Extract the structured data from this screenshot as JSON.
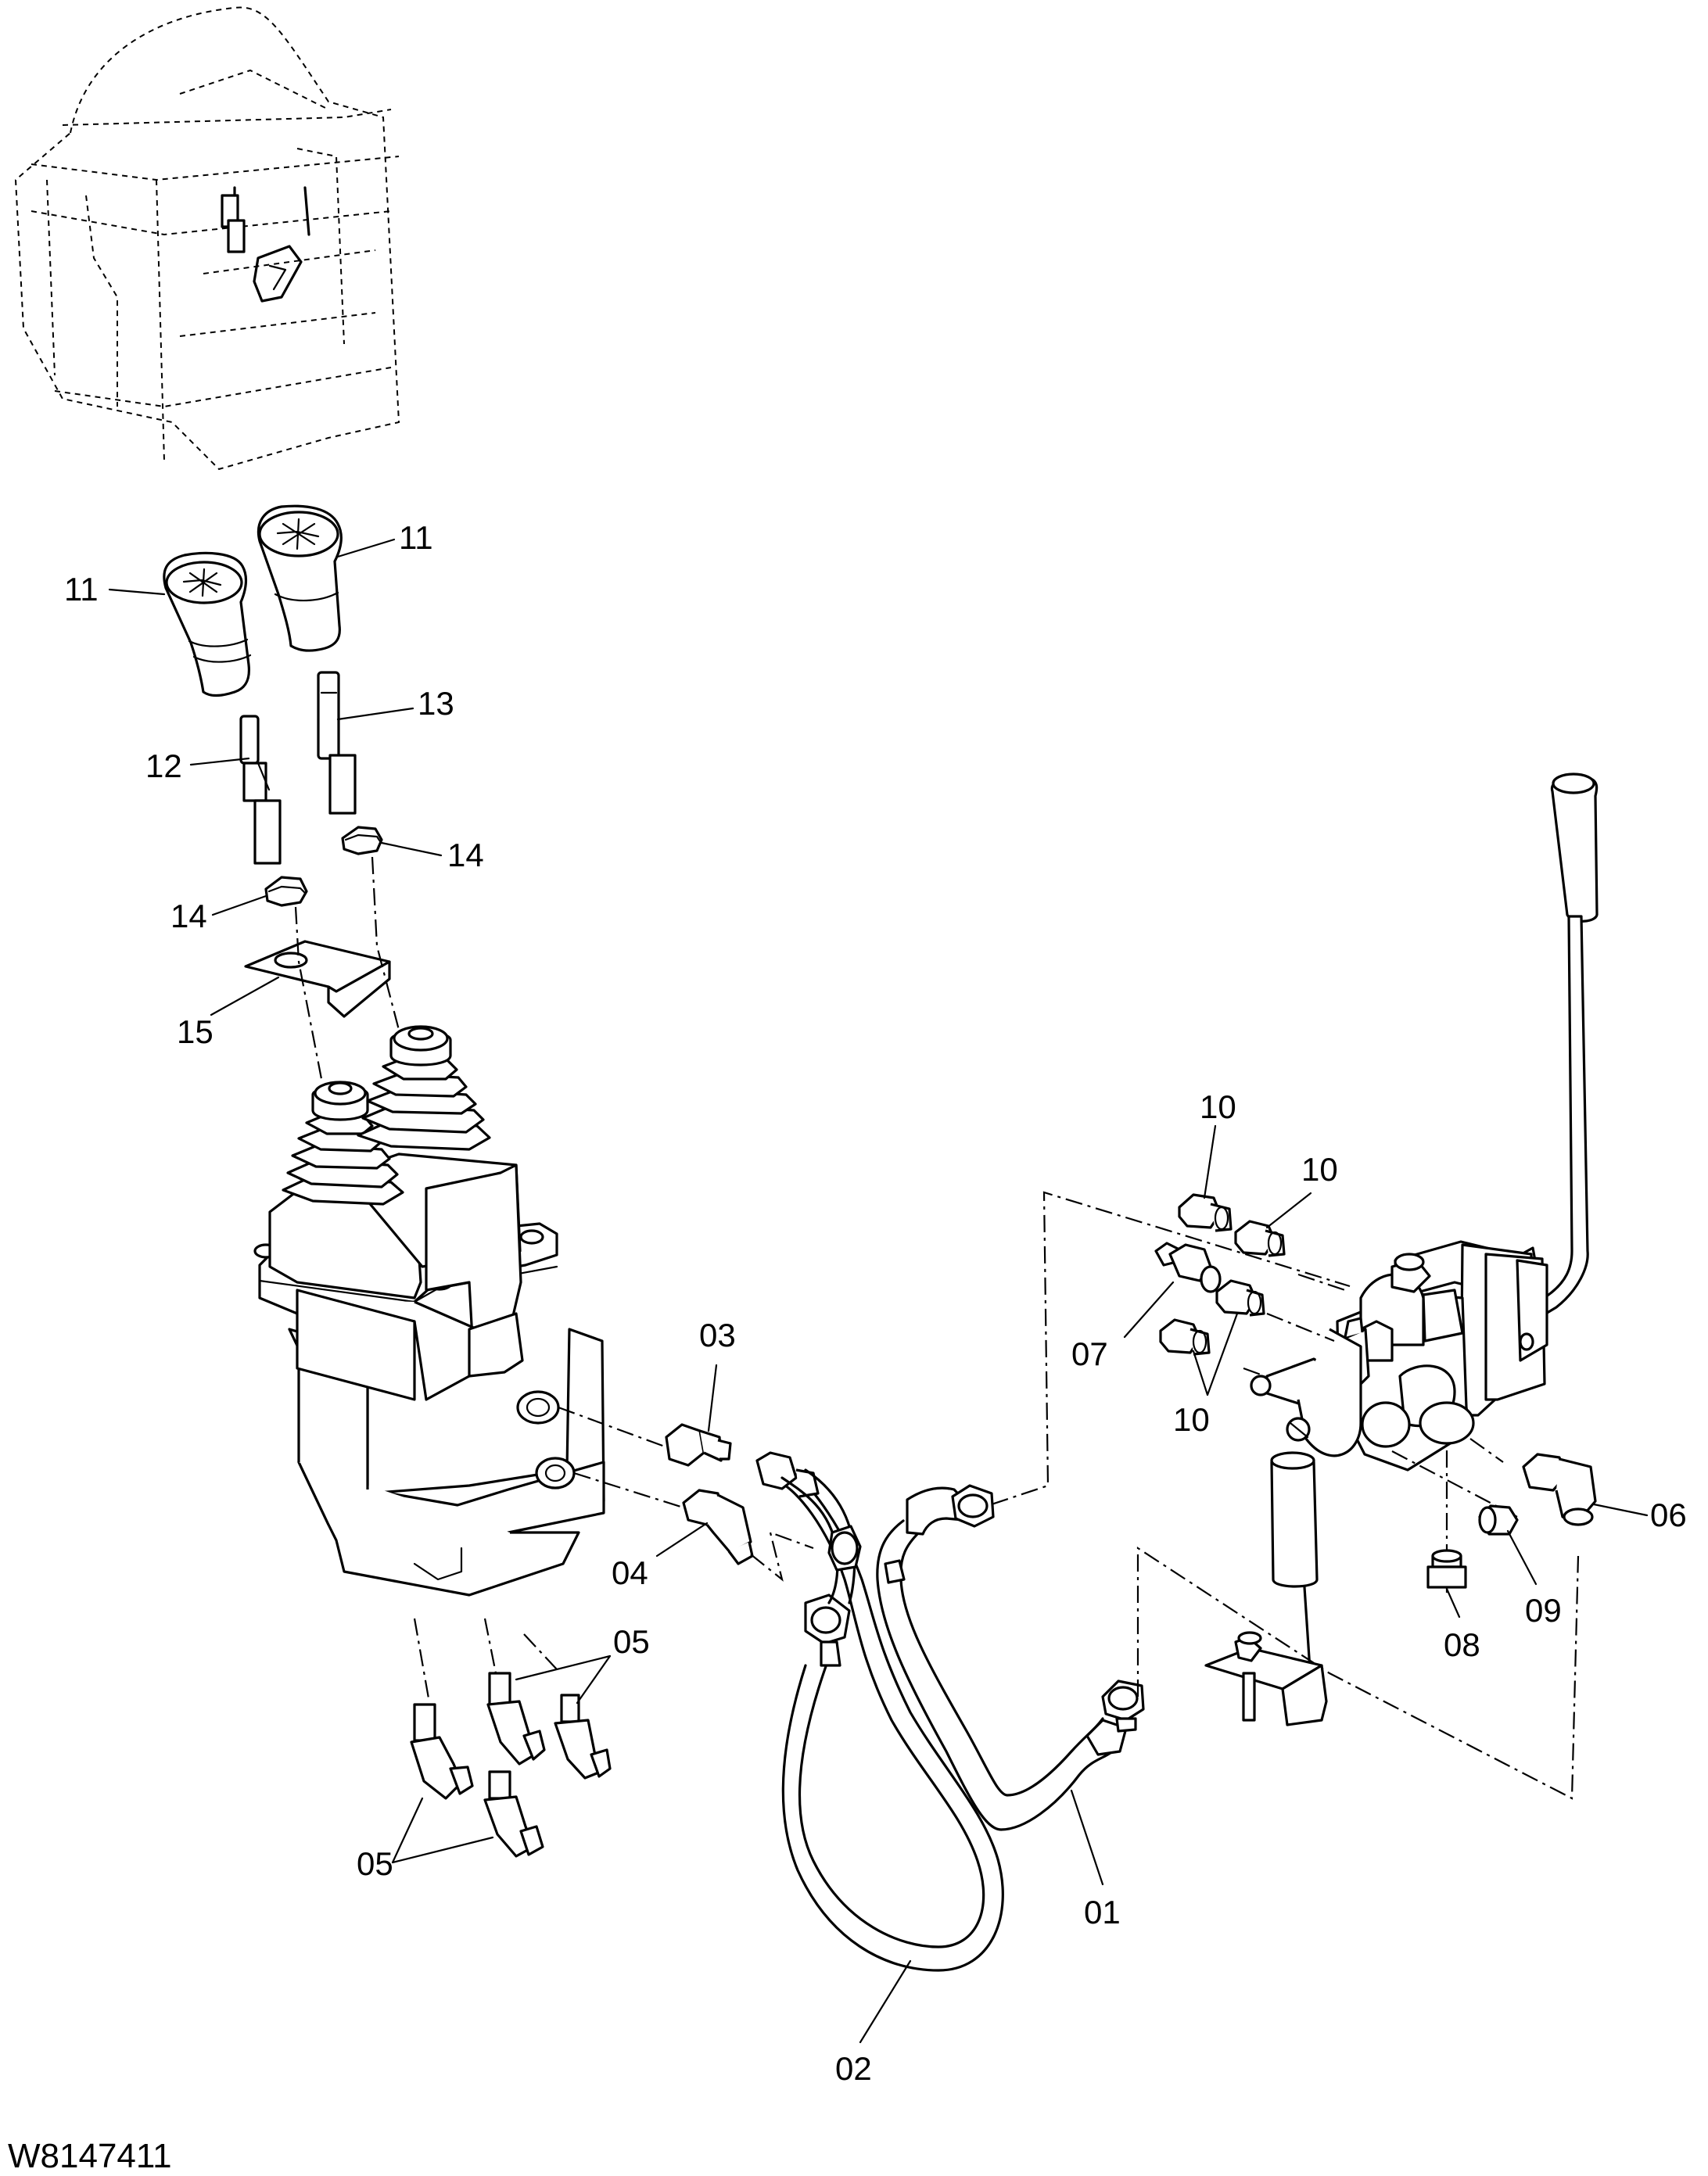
{
  "drawing_number": "W8147411",
  "callouts": {
    "c01": "01",
    "c02": "02",
    "c03": "03",
    "c04": "04",
    "c05a": "05",
    "c05b": "05",
    "c06": "06",
    "c07": "07",
    "c08": "08",
    "c09": "09",
    "c10a": "10",
    "c10b": "10",
    "c10c": "10",
    "c11a": "11",
    "c11b": "11",
    "c12": "12",
    "c13": "13",
    "c14a": "14",
    "c14b": "14",
    "c15": "15"
  }
}
